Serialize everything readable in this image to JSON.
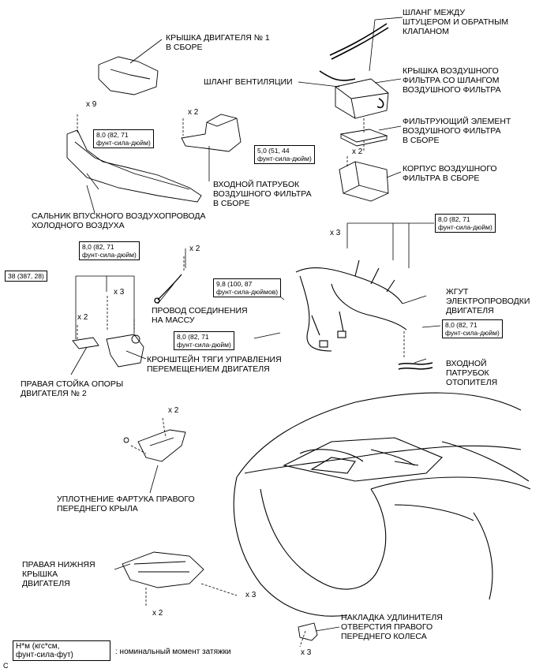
{
  "labels": {
    "hose_between": "ШЛАНГ МЕЖДУ\nШТУЦЕРОМ И ОБРАТНЫМ\nКЛАПАНОМ",
    "engine_cover": "КРЫШКА ДВИГАТЕЛЯ № 1\nВ СБОРЕ",
    "vent_hose": "ШЛАНГ ВЕНТИЛЯЦИИ",
    "air_filter_cap": "КРЫШКА ВОЗДУШНОГО\nФИЛЬТРА СО ШЛАНГОМ\nВОЗДУШНОГО ФИЛЬТРА",
    "filter_element": "ФИЛЬТРУЮЩИЙ ЭЛЕМЕНТ\nВОЗДУШНОГО ФИЛЬТРА\nВ СБОРЕ",
    "filter_case": "КОРПУС ВОЗДУШНОГО\nФИЛЬТРА В СБОРЕ",
    "inlet_pipe": "ВХОДНОЙ ПАТРУБОК\nВОЗДУШНОГО ФИЛЬТРА\nВ СБОРЕ",
    "cool_air_seal": "САЛЬНИК ВПУСКНОГО ВОЗДУХОПРОВОДА\nХОЛОДНОГО ВОЗДУХА",
    "ground_wire": "ПРОВОД СОЕДИНЕНИЯ\nНА МАССУ",
    "wire_harness": "ЖГУТ\nЭЛЕКТРОПРОВОДКИ\nДВИГАТЕЛЯ",
    "engine_stay": "ПРАВАЯ СТОЙКА ОПОРЫ\nДВИГАТЕЛЯ № 2",
    "control_rod_bracket": "КРОНШТЕЙН ТЯГИ УПРАВЛЕНИЯ\nПЕРЕМЕЩЕНИЕМ ДВИГАТЕЛЯ",
    "heater_pipe": "ВХОДНОЙ\nПАТРУБОК\nОТОПИТЕЛЯ",
    "fender_seal": "УПЛОТНЕНИЕ ФАРТУКА ПРАВОГО\nПЕРЕДНЕГО КРЫЛА",
    "under_cover": "ПРАВАЯ НИЖНЯЯ\nКРЫШКА\nДВИГАТЕЛЯ",
    "wheel_liner": "НАКЛАДКА УДЛИНИТЕЛЯ\nОТВЕРСТИЯ ПРАВОГО\nПЕРЕДНЕГО КОЛЕСА",
    "torque_legend": ": номинальный момент затяжки",
    "corner_mark": "C"
  },
  "torque_boxes": {
    "b1": "8,0 (82, 71\nфунт-сила-дюйм)",
    "b2": "5,0 (51, 44\nфунт-сила-дюйм)",
    "b3": "8,0 (82, 71\nфунт-сила-дюйм)",
    "b4": "8,0 (82, 71\nфунт-сила-дюйм)",
    "b5": "38 (387, 28)",
    "b6": "9,8 (100, 87\nфунт-сила-дюймов)",
    "b7": "8,0 (82, 71\nфунт-сила-дюйм)",
    "b8": "8,0 (82, 71\nфунт-сила-дюйм)",
    "legend": "Н*м (кгс*см,\nфунт-сила-фут)"
  },
  "quantities": {
    "q1": "x 9",
    "q2": "x 2",
    "q3": "x 2",
    "q4": "x 3",
    "q5": "x 2",
    "q6": "x 3",
    "q7": "x 2",
    "q8": "x 2",
    "q9": "x 2",
    "q10": "x 3",
    "q11": "x 3"
  }
}
